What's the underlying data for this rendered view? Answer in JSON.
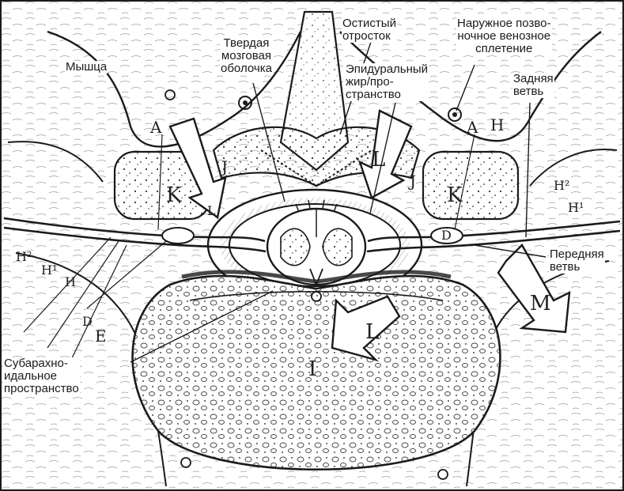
{
  "labels": {
    "spinous_process": "Остистый\nотросток",
    "external_venous_plexus": "Наружное позво-\nночное венозное\nсплетение",
    "muscle": "Мышца",
    "dura_mater": "Твердая\nмозговая\nоболочка",
    "epidural_fat": "Эпидуральный\nжир/про-\nстранство",
    "posterior_ramus": "Задняя\nветвь",
    "anterior_ramus": "Передняя\nветвь",
    "subarachnoid_space": "Субарахно-\nидальное\nпространство"
  },
  "letters": {
    "A_left": "A",
    "A_right": "A",
    "H_right_top": "H",
    "H2_right": "H²",
    "H1_right": "H¹",
    "J_left": "J",
    "J_right": "J",
    "K_left": "K",
    "K_right": "K",
    "L_top_left": "L",
    "L_top_right": "L",
    "L_bottom": "L",
    "M": "M",
    "I": "I",
    "D_left": "D",
    "D_right": "D",
    "E": "E",
    "H2_left": "H²",
    "H1_left": "H¹",
    "H_left": "H"
  },
  "colors": {
    "ink": "#1a1a1a",
    "paper": "#ffffff"
  }
}
